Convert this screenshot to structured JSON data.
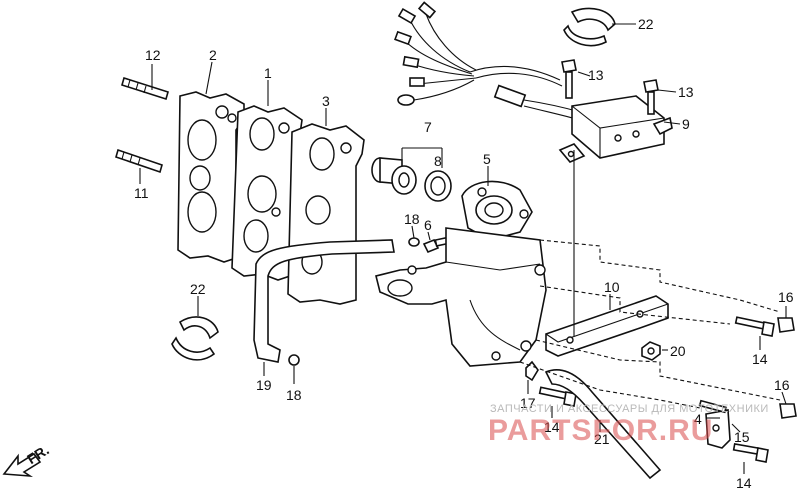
{
  "callouts": [
    {
      "id": "c22a",
      "text": "22"
    },
    {
      "id": "c12",
      "text": "12"
    },
    {
      "id": "c2",
      "text": "2"
    },
    {
      "id": "c1",
      "text": "1"
    },
    {
      "id": "c3",
      "text": "3"
    },
    {
      "id": "c13a",
      "text": "13"
    },
    {
      "id": "c13b",
      "text": "13"
    },
    {
      "id": "c9",
      "text": "9"
    },
    {
      "id": "c7",
      "text": "7"
    },
    {
      "id": "c8",
      "text": "8"
    },
    {
      "id": "c5",
      "text": "5"
    },
    {
      "id": "c11",
      "text": "11"
    },
    {
      "id": "c18a",
      "text": "18"
    },
    {
      "id": "c6",
      "text": "6"
    },
    {
      "id": "c22b",
      "text": "22"
    },
    {
      "id": "c10",
      "text": "10"
    },
    {
      "id": "c16a",
      "text": "16"
    },
    {
      "id": "c14a",
      "text": "14"
    },
    {
      "id": "c20",
      "text": "20"
    },
    {
      "id": "c19",
      "text": "19"
    },
    {
      "id": "c18b",
      "text": "18"
    },
    {
      "id": "c17",
      "text": "17"
    },
    {
      "id": "c16b",
      "text": "16"
    },
    {
      "id": "c14b",
      "text": "14"
    },
    {
      "id": "c4",
      "text": "4"
    },
    {
      "id": "c15",
      "text": "15"
    },
    {
      "id": "c21",
      "text": "21"
    },
    {
      "id": "c14c",
      "text": "14"
    }
  ],
  "front_marker": "FR.",
  "watermark": {
    "line1": "ЗАПЧАСТИ И АКСЕССУАРЫ ДЛЯ МОТОТЕХНИКИ",
    "line2": "PARTSFOR.RU"
  }
}
